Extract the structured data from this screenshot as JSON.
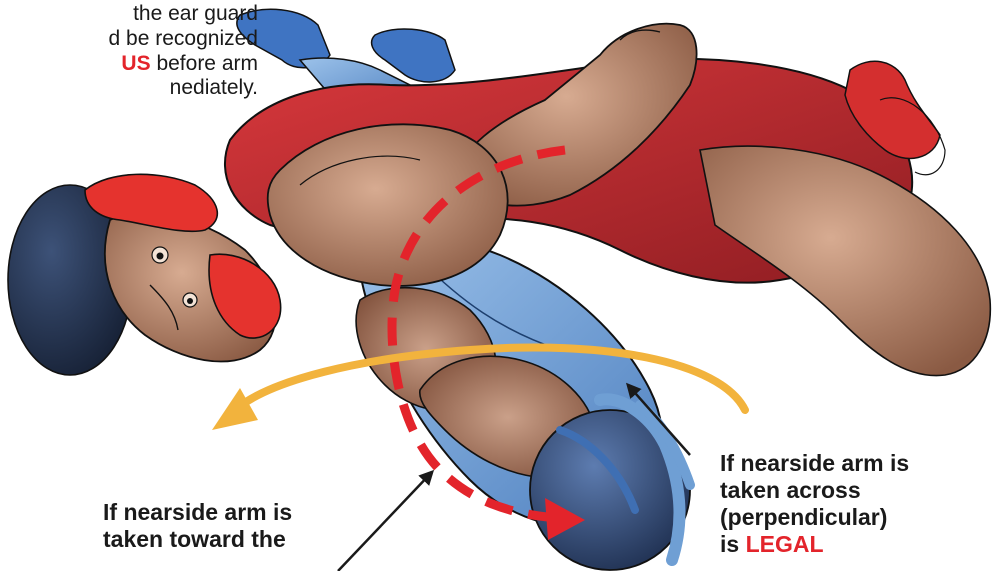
{
  "captions": {
    "top": {
      "line1": "the ear guard",
      "line2": "d be recognized",
      "line3_highlight": "US",
      "line3_rest": " before arm",
      "line4": "nediately."
    },
    "right": {
      "line1": "If nearside arm is",
      "line2": "taken across",
      "line3": "(perpendicular)",
      "line4_prefix": "is ",
      "line4_highlight": "LEGAL"
    },
    "left": {
      "line1": "If nearside arm is",
      "line2": "taken toward the"
    }
  },
  "colors": {
    "red_singlet": "#c42a30",
    "blue_singlet": "#6f9fd4",
    "skin": "#c08f74",
    "headgear_red": "#e5332e",
    "headgear_blue": "#3f6fb3",
    "hair": "#243553",
    "dashed_path": "#e3242b",
    "arc_arrow": "#f2b33d",
    "pointer": "#1a1a1a",
    "highlight_text": "#e3242b"
  }
}
